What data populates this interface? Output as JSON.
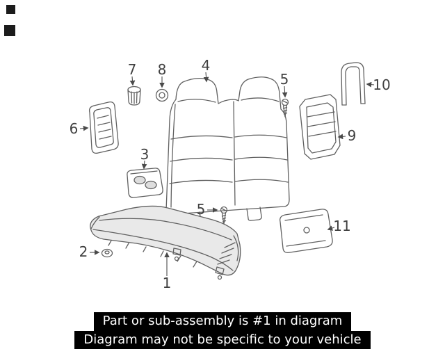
{
  "diagram": {
    "type": "exploded-parts-diagram",
    "subject": "rear seat assembly",
    "highlighted_part": "1"
  },
  "callouts": [
    {
      "id": "callout-1",
      "label": "1"
    },
    {
      "id": "callout-2",
      "label": "2"
    },
    {
      "id": "callout-3",
      "label": "3"
    },
    {
      "id": "callout-4",
      "label": "4"
    },
    {
      "id": "callout-5a",
      "label": "5"
    },
    {
      "id": "callout-5b",
      "label": "5"
    },
    {
      "id": "callout-6",
      "label": "6"
    },
    {
      "id": "callout-7",
      "label": "7"
    },
    {
      "id": "callout-8",
      "label": "8"
    },
    {
      "id": "callout-9",
      "label": "9"
    },
    {
      "id": "callout-10",
      "label": "10"
    },
    {
      "id": "callout-11",
      "label": "11"
    }
  ],
  "footer": {
    "line1": "Part or sub-assembly is #1 in diagram",
    "line2": "Diagram may not be specific to your vehicle"
  },
  "colors": {
    "line": "#606060",
    "callout_label": "#404040",
    "banner_bg": "#000000",
    "banner_text": "#ffffff",
    "cushion_fill": "#e9e9e9",
    "background": "#ffffff"
  }
}
